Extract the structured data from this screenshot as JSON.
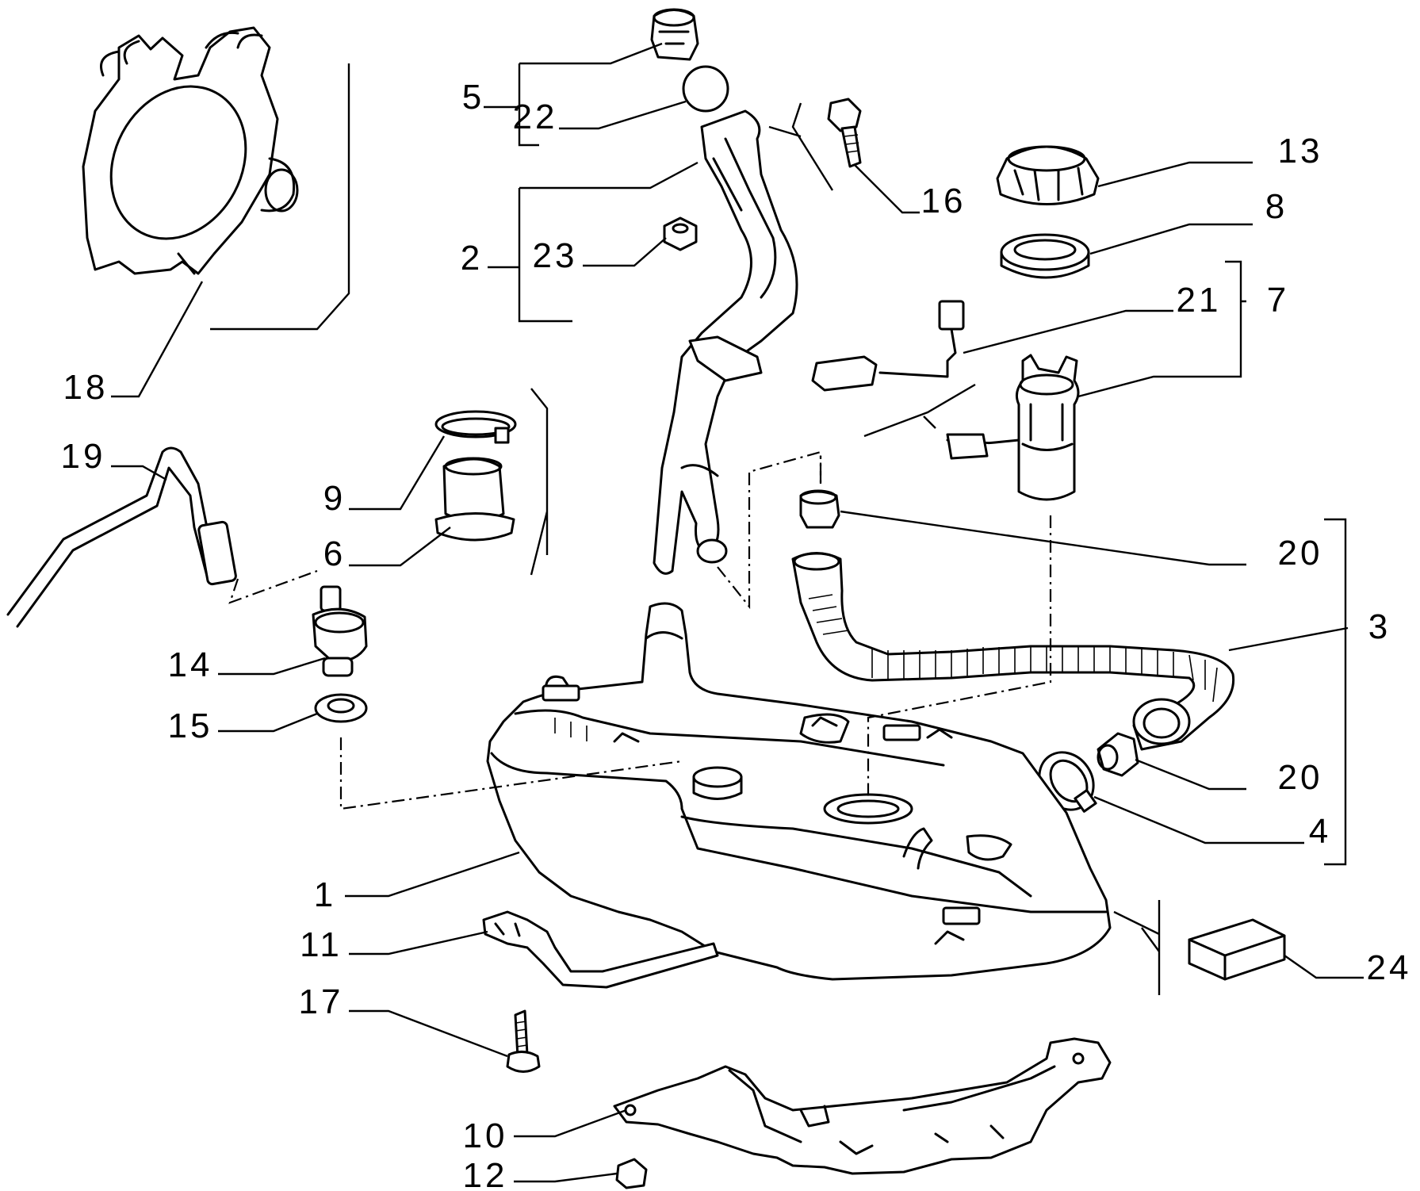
{
  "callouts": {
    "c1": "1",
    "c2": "2",
    "c3": "3",
    "c4": "4",
    "c5": "5",
    "c6": "6",
    "c7": "7",
    "c8": "8",
    "c9": "9",
    "c10": "10",
    "c11": "11",
    "c12": "12",
    "c13": "13",
    "c14": "14",
    "c15": "15",
    "c16": "16",
    "c17": "17",
    "c18": "18",
    "c19": "19",
    "c20a": "20",
    "c20b": "20",
    "c21": "21",
    "c22": "22",
    "c23": "23",
    "c24": "24"
  },
  "colors": {
    "ink": "#000000",
    "paper": "#ffffff"
  }
}
